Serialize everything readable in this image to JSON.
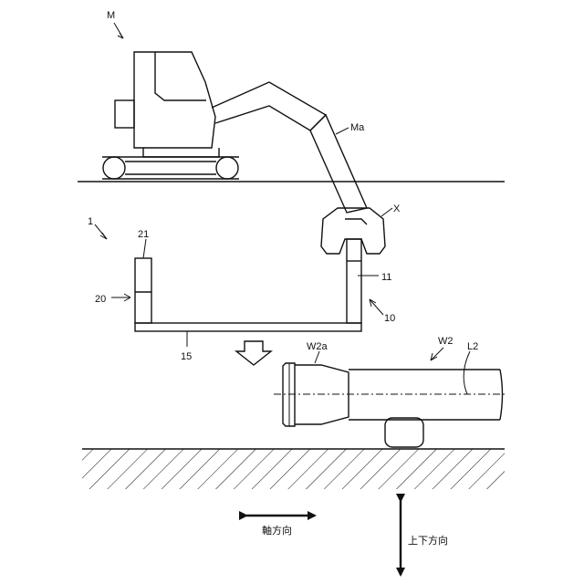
{
  "labels": {
    "machine": "M",
    "arm": "Ma",
    "attachment": "X",
    "device": "1",
    "upright_member": "21",
    "support_unit": "20",
    "grip_part": "11",
    "grip_unit": "10",
    "base_beam": "15",
    "pipe": "W2",
    "pipe_end": "W2a",
    "pipe_axis": "L2"
  },
  "arrows": {
    "axial_direction": "軸方向",
    "vertical_direction": "上下方向"
  }
}
